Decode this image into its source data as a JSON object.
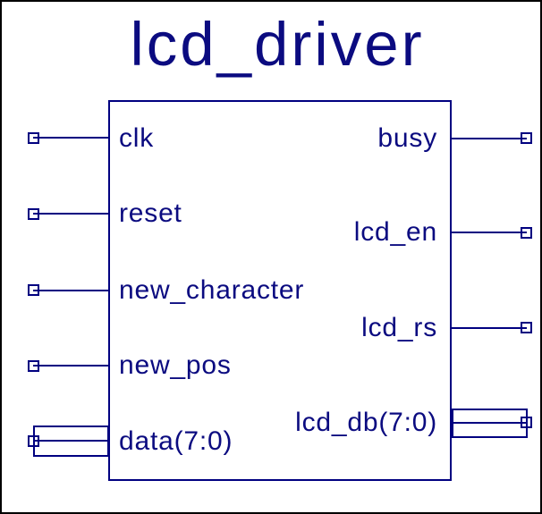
{
  "diagram": {
    "title": "lcd_driver",
    "colors": {
      "line": "#000080",
      "text": "#0b0b80",
      "background": "#ffffff",
      "frame": "#000000"
    },
    "block": {
      "name": "lcd_driver"
    },
    "inputs": [
      {
        "label": "clk",
        "type": "single"
      },
      {
        "label": "reset",
        "type": "single"
      },
      {
        "label": "new_character",
        "type": "single"
      },
      {
        "label": "new_pos",
        "type": "single"
      },
      {
        "label": "data(7:0)",
        "type": "bus"
      }
    ],
    "outputs": [
      {
        "label": "busy",
        "type": "single"
      },
      {
        "label": "lcd_en",
        "type": "single"
      },
      {
        "label": "lcd_rs",
        "type": "single"
      },
      {
        "label": "lcd_db(7:0)",
        "type": "bus"
      }
    ]
  }
}
